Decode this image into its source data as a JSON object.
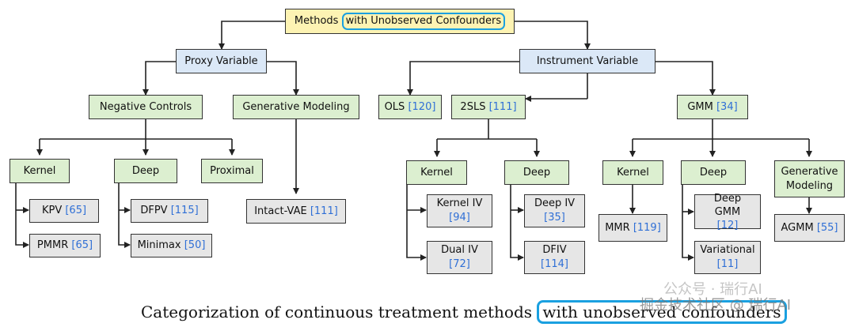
{
  "nodes": {
    "root": {
      "pre": "Methods",
      "hl": "with Unobserved Confounders"
    },
    "proxy": {
      "label": "Proxy Variable"
    },
    "instr": {
      "label": "Instrument Variable"
    },
    "negctrl": {
      "label": "Negative Controls"
    },
    "genmod": {
      "label": "Generative Modeling"
    },
    "ols": {
      "label": "OLS",
      "ref": "[120]"
    },
    "tsls": {
      "label": "2SLS",
      "ref": "[111]"
    },
    "gmm": {
      "label": "GMM",
      "ref": "[34]"
    },
    "kernel_a": {
      "label": "Kernel"
    },
    "deep_a": {
      "label": "Deep"
    },
    "proximal": {
      "label": "Proximal"
    },
    "kpv": {
      "label": "KPV",
      "ref": "[65]"
    },
    "pmmr": {
      "label": "PMMR",
      "ref": "[65]"
    },
    "dfpv": {
      "label": "DFPV",
      "ref": "[115]"
    },
    "minimax": {
      "label": "Minimax",
      "ref": "[50]"
    },
    "intact": {
      "label": "Intact-VAE",
      "ref": "[111]"
    },
    "kernel_b": {
      "label": "Kernel"
    },
    "deep_b": {
      "label": "Deep"
    },
    "kiv": {
      "label": "Kernel IV",
      "ref": "[94]"
    },
    "dualiv": {
      "label": "Dual IV",
      "ref": "[72]"
    },
    "deepiv": {
      "label": "Deep IV",
      "ref": "[35]"
    },
    "dfiv": {
      "label": "DFIV",
      "ref": "[114]"
    },
    "kernel_c": {
      "label": "Kernel"
    },
    "deep_c": {
      "label": "Deep"
    },
    "genmod_c": {
      "line1": "Generative",
      "line2": "Modeling"
    },
    "mmr": {
      "label": "MMR",
      "ref": "[119]"
    },
    "deepgmm": {
      "label": "Deep GMM",
      "ref": "[12]"
    },
    "variational": {
      "label": "Variational",
      "ref": "[11]"
    },
    "agmm": {
      "label": "AGMM",
      "ref": "[55]"
    }
  },
  "caption": {
    "pre": "Categorization of continuous treatment methods",
    "hl": "with unobserved confounders"
  },
  "watermark": {
    "line1": "公众号 · 瑞行AI",
    "line2": "掘金技术社区 @ 瑞行AI"
  },
  "colors": {
    "root": "#fdf3b3",
    "category": "#dbe8f7",
    "subcategory": "#dcefd0",
    "method": "#e6e6e6",
    "ref": "#2f6fd6",
    "highlight": "#1aa0e0"
  }
}
